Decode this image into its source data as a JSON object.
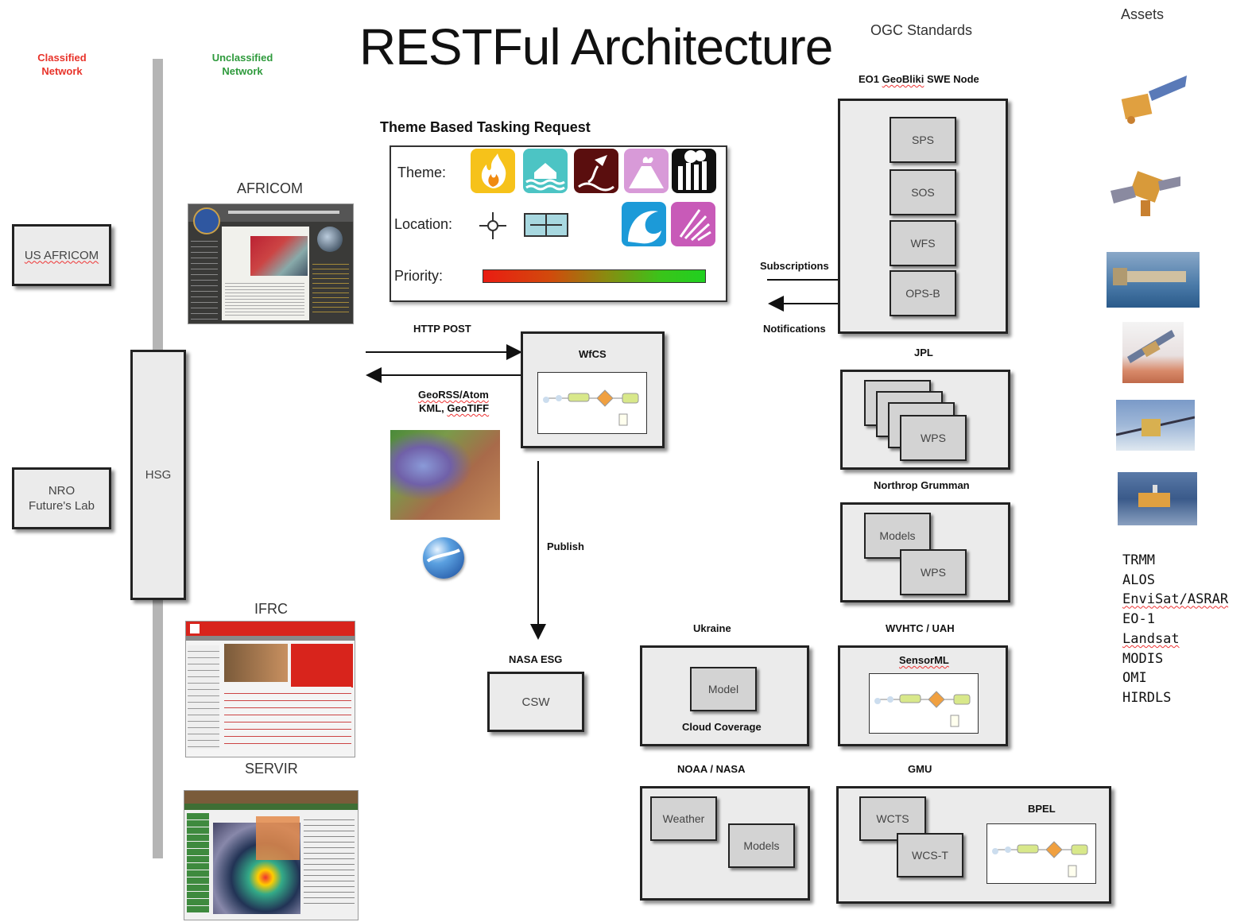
{
  "title": "RESTFul Architecture",
  "header": {
    "classified": "Classified\nNetwork",
    "unclassified": "Unclassified\nNetwork",
    "ogc": "OGC Standards",
    "assets": "Assets"
  },
  "left": {
    "us_africom": "US AFRICOM",
    "nro": "NRO\nFuture's Lab",
    "hsg": "HSG"
  },
  "portals": {
    "africom": "AFRICOM",
    "ifrc": "IFRC",
    "servir": "SERVIR"
  },
  "tasking": {
    "title": "Theme Based Tasking Request",
    "theme": "Theme:",
    "location": "Location:",
    "priority": "Priority:"
  },
  "flows": {
    "http_post": "HTTP POST",
    "georss": "GeoRSS/Atom",
    "kml": "KML,",
    "geotiff": "GeoTIFF",
    "publish": "Publish",
    "subscriptions": "Subscriptions",
    "notifications": "Notifications"
  },
  "wfcs": {
    "label": "WfCS"
  },
  "nasa": {
    "title": "NASA ESG",
    "csw": "CSW"
  },
  "eo1": {
    "title_prefix": "EO1",
    "title_squig": "GeoBliki",
    "title_suffix": "SWE Node",
    "items": [
      "SPS",
      "SOS",
      "WFS",
      "OPS-B"
    ]
  },
  "jpl": {
    "title": "JPL",
    "wps": "WPS"
  },
  "northrop": {
    "title": "Northrop Grumman",
    "models": "Models",
    "wps": "WPS"
  },
  "ukraine": {
    "title": "Ukraine",
    "model": "Model",
    "caption": "Cloud Coverage"
  },
  "wvhtc": {
    "title": "WVHTC / UAH",
    "sensorml": "SensorML"
  },
  "noaa": {
    "title": "NOAA / NASA",
    "weather": "Weather",
    "models": "Models"
  },
  "gmu": {
    "title": "GMU",
    "wcts": "WCTS",
    "wcst": "WCS-T",
    "bpel": "BPEL"
  },
  "asset_list": [
    "TRMM",
    "ALOS",
    "EnviSat/ASRAR",
    "EO-1",
    "Landsat",
    "MODIS",
    "OMI",
    "HIRDLS"
  ],
  "colors": {
    "classified": "#e8332a",
    "unclassified": "#2e9a3c",
    "box_fill": "#ebebeb",
    "inner_fill": "#d3d3d3"
  },
  "icons": [
    "fire-icon",
    "flood-house-icon",
    "volcano-lava-icon",
    "volcano-icon",
    "smokestack-icon",
    "point-location-icon",
    "bbox-location-icon",
    "wave-icon",
    "storm-icon"
  ]
}
